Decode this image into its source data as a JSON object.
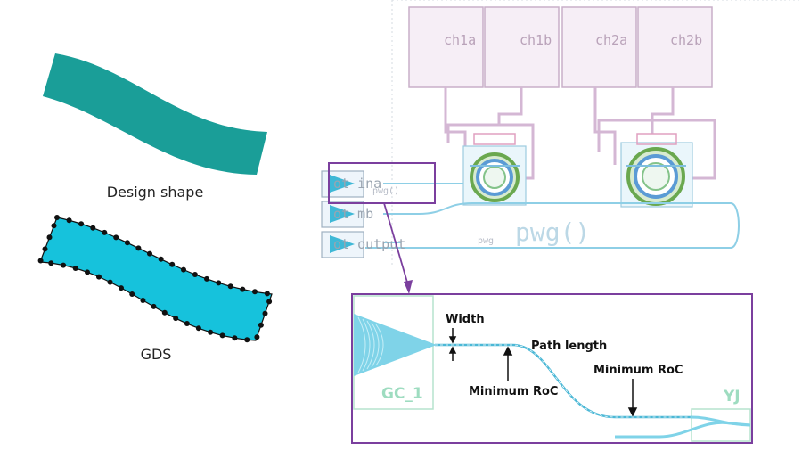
{
  "design_shape_label": "Design shape",
  "gds_label": "GDS",
  "pads": [
    "ch1a",
    "ch1b",
    "ch2a",
    "ch2b"
  ],
  "ports": [
    "ot ina",
    "ot mb",
    "ot output"
  ],
  "pwg_small": [
    "pwg()",
    "pwg"
  ],
  "pwg_big": "pwg()",
  "zoom": {
    "width_label": "Width",
    "path_length_label": "Path length",
    "min_roc_label_1": "Minimum RoC",
    "min_roc_label_2": "Minimum RoC",
    "gc_label": "GC_1",
    "yj_label": "YJ"
  },
  "colors": {
    "design_shape": "#1a9e98",
    "gds_fill": "#16c2dc",
    "purple": "#7b3f9e",
    "pad": "#cdb6cd",
    "waveguide": "#8ecfe6",
    "ring_green": "#5aa845"
  }
}
